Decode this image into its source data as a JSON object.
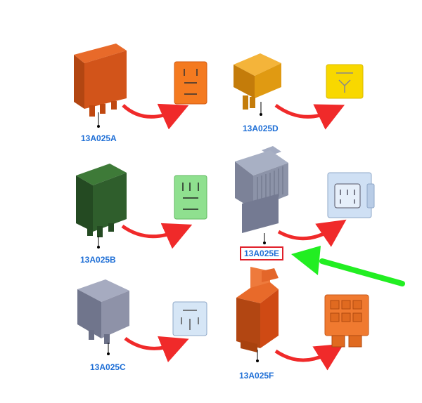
{
  "relays": [
    {
      "code": "13A025A",
      "body_color": "#d2541a",
      "face_color": "#f47a20"
    },
    {
      "code": "13A025D",
      "body_color": "#e09a12",
      "face_color": "#f8d800"
    },
    {
      "code": "13A025B",
      "body_color": "#2f5e2c",
      "face_color": "#8fe08f"
    },
    {
      "code": "13A025E",
      "body_color": "#8c93a8",
      "face_color": "#cfe0f4",
      "highlighted": true
    },
    {
      "code": "13A025C",
      "body_color": "#8e92a8",
      "face_color": "#d6e6f6"
    },
    {
      "code": "13A025F",
      "body_color": "#cf4a14",
      "face_color": "#f07a30"
    }
  ],
  "colors": {
    "arrow": "#f02a2a",
    "label": "#1f6fd6",
    "highlight_box": "#e0202a",
    "pointer_arrow": "#22ee22"
  },
  "icons": [
    "curved-arrow-icon",
    "pointer-arrow-icon"
  ]
}
